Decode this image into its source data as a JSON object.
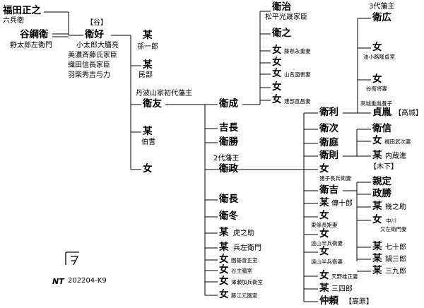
{
  "people": {
    "p1": {
      "name": "福田正之",
      "note": "六兵衛"
    },
    "p2": {
      "name": "谷綱衛",
      "note": "野太郎左衛門"
    },
    "p3": {
      "name": "衛好",
      "tag": "【谷】",
      "notes": [
        "小太郎大膳亮",
        "美濃斉藤氏家臣",
        "織田信長家臣",
        "羽柴秀吉与力"
      ]
    },
    "p4": {
      "name": "某",
      "note": "孫一郎"
    },
    "p5": {
      "name": "某",
      "note": "民部"
    },
    "p6": {
      "name": "衛友",
      "title": "丹波山家初代藩主"
    },
    "p7": {
      "name": "某",
      "note": "伯耆"
    },
    "p8": {
      "name": "女"
    },
    "p9": {
      "name": "衛治",
      "note": "松平光晟家臣"
    },
    "p10": {
      "name": "衛之"
    },
    "p11": {
      "name": "女",
      "note": "藤懸永重妻"
    },
    "p12": {
      "name": "女"
    },
    "p13": {
      "name": "女",
      "note": "山名図書妻"
    },
    "p14": {
      "name": "女"
    },
    "p15": {
      "name": "女",
      "note": "建部直昌妻"
    },
    "p16": {
      "name": "衛成"
    },
    "p17": {
      "name": "吉長"
    },
    "p18": {
      "name": "衛勝"
    },
    "p19": {
      "name": "衛政",
      "title": "2代藩主"
    },
    "p20": {
      "name": "衛長"
    },
    "p21": {
      "name": "衛冬"
    },
    "p22": {
      "name": "某",
      "note": "虎之助"
    },
    "p23": {
      "name": "某",
      "note": "兵左衛門"
    },
    "p24": {
      "name": "女",
      "note": "園基音正室"
    },
    "p25": {
      "name": "女",
      "note": "谷主膳室"
    },
    "p26": {
      "name": "女",
      "note": "澤瀬加兵衛室"
    },
    "p27": {
      "name": "女",
      "note": "藤江元園室"
    },
    "p28": {
      "name": "衛広",
      "title": "3代藩主"
    },
    "p29": {
      "name": "女",
      "note": "油小路隆貞室"
    },
    "p30": {
      "name": "女",
      "note": "谷衛将妻"
    },
    "p31": {
      "name": "貞胤",
      "title": "高城重胤養子",
      "tag": "【高城】"
    },
    "p32": {
      "name": "衛利"
    },
    "p33": {
      "name": "衛次"
    },
    "p34": {
      "name": "衛庭"
    },
    "p35": {
      "name": "衛則"
    },
    "p36": {
      "name": "女",
      "note": "猪子長兵衛妻"
    },
    "p37": {
      "name": "衛吉"
    },
    "p38": {
      "name": "某",
      "note": "傳十郎"
    },
    "p39": {
      "name": "女",
      "note": "東條長矩妻"
    },
    "p40": {
      "name": "女",
      "note": "遠山半兵衛妻"
    },
    "p41": {
      "name": "女",
      "note": "遠山半兵衛妻"
    },
    "p42": {
      "name": "女",
      "note": "天野雄正妻"
    },
    "p43": {
      "name": "某",
      "note": "三四郎"
    },
    "p44": {
      "name": "仲頼",
      "tag": "【高原】"
    },
    "p45": {
      "name": "衛信"
    },
    "p46": {
      "name": "女",
      "note": "福田武次妻"
    },
    "p47": {
      "name": "某",
      "note": "内蔵進"
    },
    "p48": {
      "name": "【木下】"
    },
    "p49": {
      "name": "親定"
    },
    "p50": {
      "name": "政勝"
    },
    "p51": {
      "name": "某",
      "note": "幾之助"
    },
    "p52": {
      "name": "女",
      "note": "中川",
      "note2": "又左衛門妻"
    },
    "p53": {
      "name": "某",
      "note": "七十郎"
    },
    "p54": {
      "name": "某",
      "note": "鍋三郎"
    },
    "p55": {
      "name": "某",
      "note": "三九郎"
    }
  },
  "footer": {
    "logo_letters": "NT",
    "code": "202204-K9"
  }
}
